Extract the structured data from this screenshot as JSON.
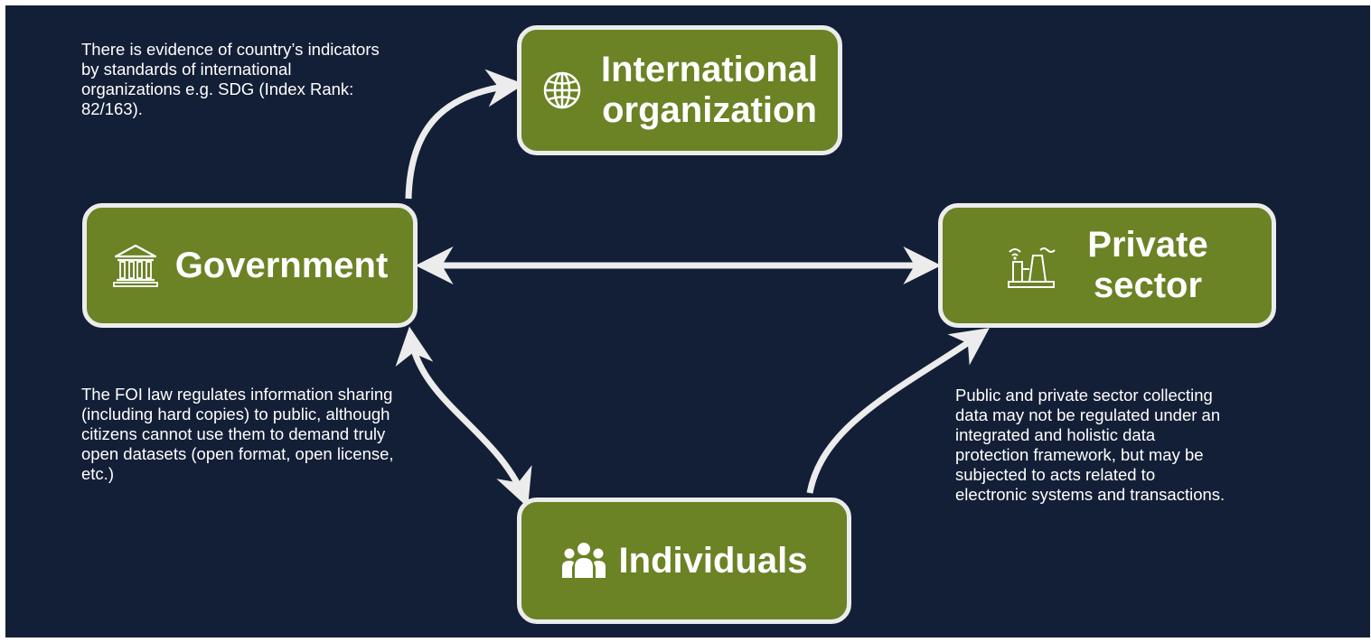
{
  "nodes": {
    "international": {
      "line1": "International",
      "line2": "organization",
      "icon": "globe-icon"
    },
    "government": {
      "label": "Government",
      "icon": "government-building-icon"
    },
    "private": {
      "line1": "Private",
      "line2": "sector",
      "icon": "factory-icon"
    },
    "individuals": {
      "label": "Individuals",
      "icon": "people-icon"
    }
  },
  "notes": {
    "international": "There is evidence of country’s indicators by standards of international organizations e.g. SDG (Index Rank: 82/163).",
    "government": "The FOI law regulates information sharing (including hard copies) to public, although citizens cannot use them to demand truly open datasets (open format, open license, etc.)",
    "private": "Public and private sector collecting data may not be regulated under an integrated and holistic data protection framework, but may be subjected to acts related to electronic systems and transactions."
  },
  "colors": {
    "background": "#131f36",
    "node_fill": "#6b8225",
    "node_border": "#ececec",
    "arrow": "#ececec",
    "text": "#ffffff"
  }
}
